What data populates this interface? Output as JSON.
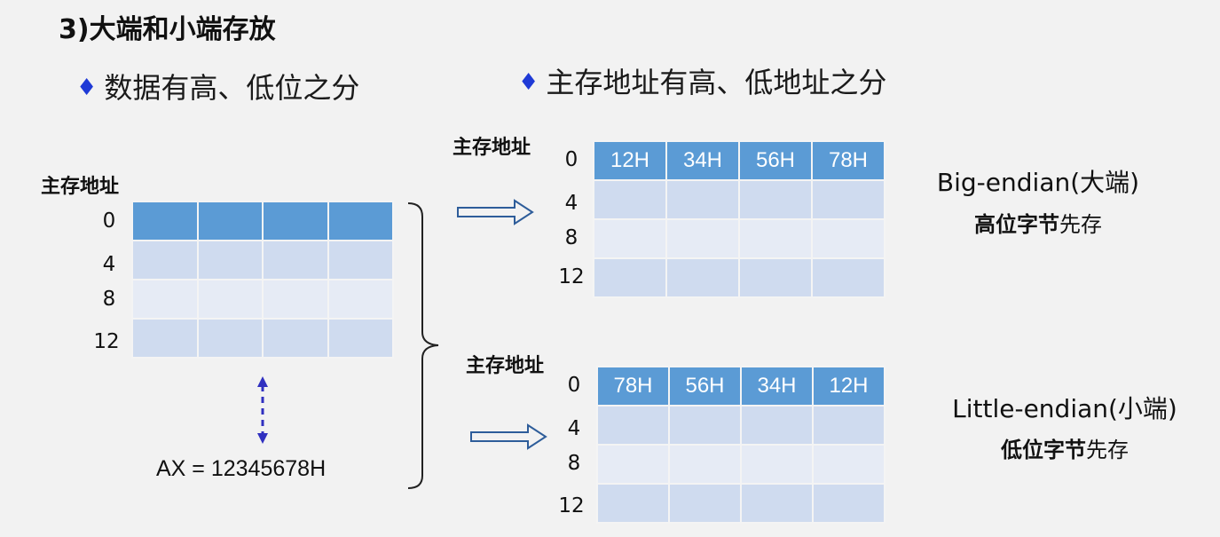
{
  "title": "3)大端和小端存放",
  "bullets": [
    "数据有高、低位之分",
    "主存地址有高、低地址之分"
  ],
  "addr_header": "主存地址",
  "row_addresses": [
    "0",
    "4",
    "8",
    "12"
  ],
  "ax_label": "AX = 12345678H",
  "big_endian": {
    "cells": [
      "12H",
      "34H",
      "56H",
      "78H"
    ],
    "name": "Big-endian(大端)",
    "desc_bold": "高位字节",
    "desc_rest": "先存"
  },
  "little_endian": {
    "cells": [
      "78H",
      "56H",
      "34H",
      "12H"
    ],
    "name": "Little-endian(小端)",
    "desc_bold": "低位字节",
    "desc_rest": "先存"
  },
  "colors": {
    "header_row": "#5b9bd5",
    "row_dark": "#cfdbef",
    "row_light": "#e6ebf5",
    "diamond": "#1f3ad6",
    "arrow": "#2e5d9a",
    "dashed_arrow": "#3030c0"
  }
}
